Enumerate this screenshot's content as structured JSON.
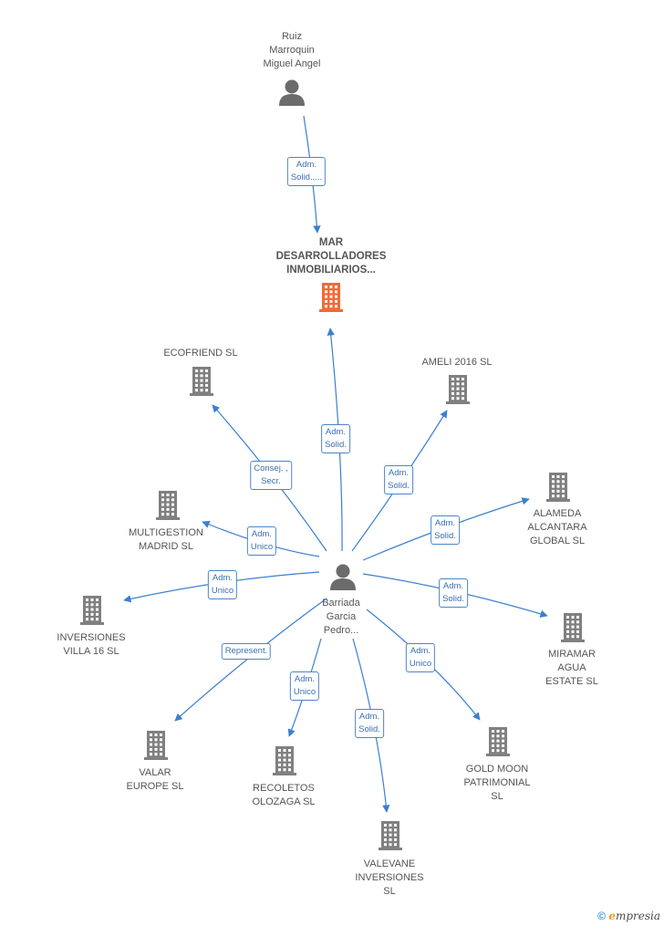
{
  "colors": {
    "edge": "#3a7fd0",
    "company": "#808080",
    "focus": "#f26a35",
    "person": "#6b6b6b"
  },
  "nodes": [
    {
      "id": "ruiz",
      "type": "person",
      "label": "Ruiz\nMarroquin\nMiguel Angel"
    },
    {
      "id": "mar",
      "type": "focus",
      "label": "MAR\nDESARROLLADORES\nINMOBILIARIOS..."
    },
    {
      "id": "barriada",
      "type": "person",
      "label": "Barriada\nGarcia\nPedro..."
    },
    {
      "id": "ecofriend",
      "type": "company",
      "label": "ECOFRIEND SL"
    },
    {
      "id": "ameli",
      "type": "company",
      "label": "AMELI 2016 SL"
    },
    {
      "id": "multigestion",
      "type": "company",
      "label": "MULTIGESTION\nMADRID SL"
    },
    {
      "id": "alameda",
      "type": "company",
      "label": "ALAMEDA\nALCANTARA\nGLOBAL SL"
    },
    {
      "id": "inversiones",
      "type": "company",
      "label": "INVERSIONES\nVILLA 16 SL"
    },
    {
      "id": "miramar",
      "type": "company",
      "label": "MIRAMAR\nAGUA\nESTATE SL"
    },
    {
      "id": "valar",
      "type": "company",
      "label": "VALAR\nEUROPE SL"
    },
    {
      "id": "recoletos",
      "type": "company",
      "label": "RECOLETOS\nOLOZAGA SL"
    },
    {
      "id": "goldmoon",
      "type": "company",
      "label": "GOLD MOON\nPATRIMONIAL\nSL"
    },
    {
      "id": "valevane",
      "type": "company",
      "label": "VALEVANE\nINVERSIONES\nSL"
    }
  ],
  "edges": [
    {
      "from": "ruiz",
      "to": "mar",
      "label": "Adm.\nSolid.,..."
    },
    {
      "from": "barriada",
      "to": "mar",
      "label": "Adm.\nSolid."
    },
    {
      "from": "barriada",
      "to": "ecofriend",
      "label": "Consej. ,\nSecr."
    },
    {
      "from": "barriada",
      "to": "ameli",
      "label": "Adm.\nSolid."
    },
    {
      "from": "barriada",
      "to": "multigestion",
      "label": "Adm.\nUnico"
    },
    {
      "from": "barriada",
      "to": "alameda",
      "label": "Adm.\nSolid."
    },
    {
      "from": "barriada",
      "to": "inversiones",
      "label": "Adm.\nUnico"
    },
    {
      "from": "barriada",
      "to": "miramar",
      "label": "Adm.\nSolid."
    },
    {
      "from": "barriada",
      "to": "valar",
      "label": "Represent."
    },
    {
      "from": "barriada",
      "to": "recoletos",
      "label": "Adm.\nUnico"
    },
    {
      "from": "barriada",
      "to": "goldmoon",
      "label": "Adm.\nUnico"
    },
    {
      "from": "barriada",
      "to": "valevane",
      "label": "Adm.\nSolid."
    }
  ],
  "brand": {
    "copyright": "©",
    "name_first": "e",
    "name_rest": "mpresia"
  }
}
